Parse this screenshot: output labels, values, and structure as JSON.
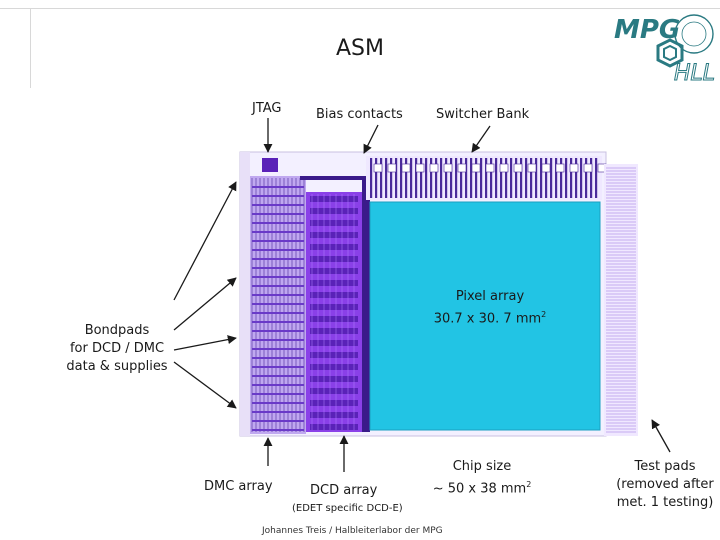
{
  "slide": {
    "title": "ASM",
    "footer": "Johannes Treis / Halbleiterlabor der MPG"
  },
  "logo": {
    "line1": "MPG",
    "line2": "HLL"
  },
  "labels": {
    "jtag": "JTAG",
    "bias_contacts": "Bias contacts",
    "switcher_bank": "Switcher Bank",
    "pixel_array_line1": "Pixel array",
    "pixel_array_line2": "30.7 x 30. 7 mm",
    "pixel_array_sup": "2",
    "bondpads_line1": "Bondpads",
    "bondpads_line2": "for DCD / DMC",
    "bondpads_line3": "data & supplies",
    "dmc_array": "DMC array",
    "dcd_array": "DCD array",
    "dcd_note": "(EDET specific DCD-E)",
    "chip_size_line1": "Chip size",
    "chip_size_line2": "~ 50 x 38 mm",
    "chip_size_sup": "2",
    "test_pads_line1": "Test pads",
    "test_pads_line2": "(removed after",
    "test_pads_line3": "met. 1 testing)"
  },
  "colors": {
    "pixel_array": "#22c4e4",
    "chip_dark": "#5a22b8",
    "chip_purple": "#8a40e8",
    "chip_line": "#4a2a9a",
    "logo": "#2a7a82"
  }
}
